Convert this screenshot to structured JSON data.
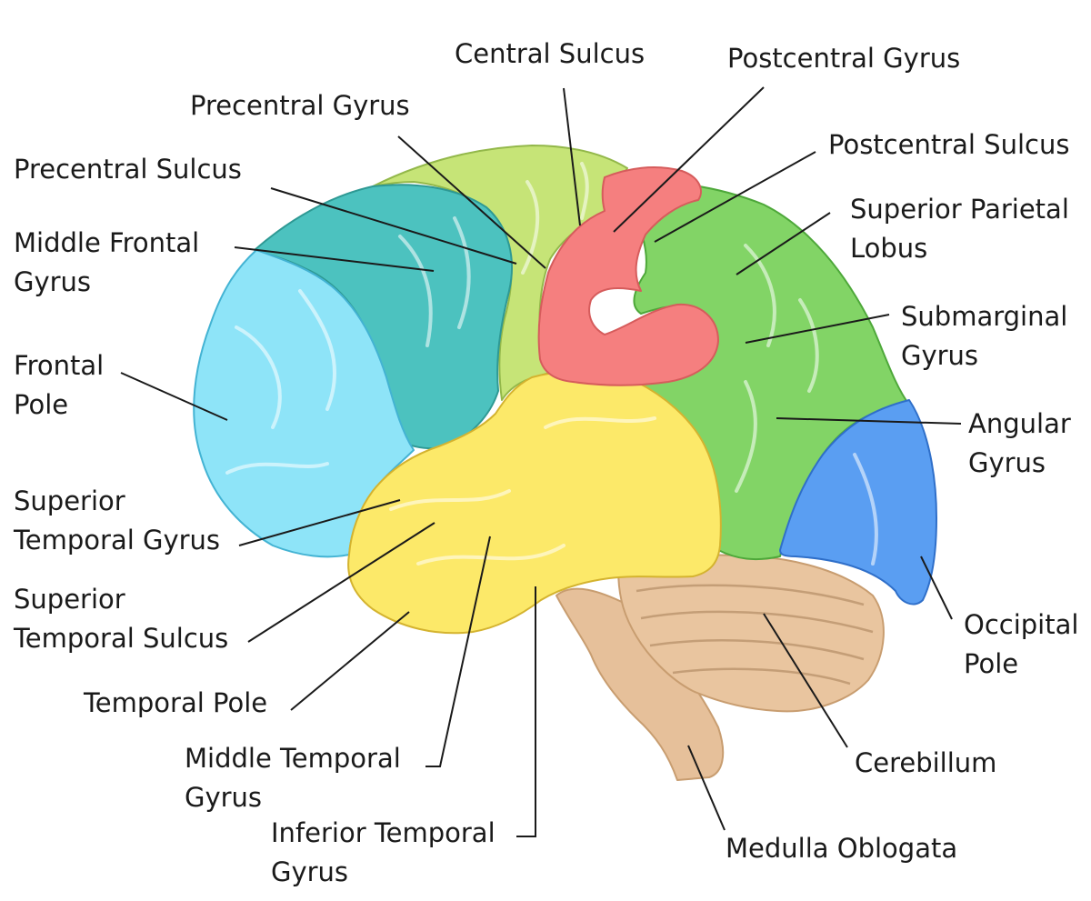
{
  "colors": {
    "frontal_pole": "#8EE4F8",
    "middle_frontal": "#4CC2BF",
    "precentral": "#C6E477",
    "postcentral": "#F57F7F",
    "parietal": "#82D466",
    "occipital": "#5A9EF2",
    "temporal": "#FCE969",
    "cerebellum": "#E9C59F",
    "stem": "#E6C09A",
    "leader_line": "#1a1a1a"
  },
  "labels": {
    "central_sulcus": "Central Sulcus",
    "postcentral_gyrus": "Postcentral Gyrus",
    "precentral_gyrus": "Precentral Gyrus",
    "postcentral_sulcus": "Postcentral Sulcus",
    "precentral_sulcus": "Precentral Sulcus",
    "superior_parietal": {
      "line1": "Superior Parietal",
      "line2": "Lobus"
    },
    "middle_frontal": {
      "line1": "Middle Frontal",
      "line2": "Gyrus"
    },
    "submarginal": {
      "line1": "Submarginal",
      "line2": "Gyrus"
    },
    "frontal_pole": {
      "line1": "Frontal",
      "line2": "Pole"
    },
    "angular": {
      "line1": "Angular",
      "line2": "Gyrus"
    },
    "superior_temporal_gyrus": {
      "line1": "Superior",
      "line2": "Temporal Gyrus"
    },
    "superior_temporal_sulcus": {
      "line1": "Superior",
      "line2": "Temporal Sulcus"
    },
    "occipital_pole": {
      "line1": "Occipital",
      "line2": "Pole"
    },
    "temporal_pole": "Temporal Pole",
    "middle_temporal": {
      "line1": "Middle Temporal",
      "line2": "Gyrus"
    },
    "cerebellum": "Cerebillum",
    "inferior_temporal": {
      "line1": "Inferior Temporal",
      "line2": "Gyrus"
    },
    "medulla": "Medulla Oblogata"
  }
}
